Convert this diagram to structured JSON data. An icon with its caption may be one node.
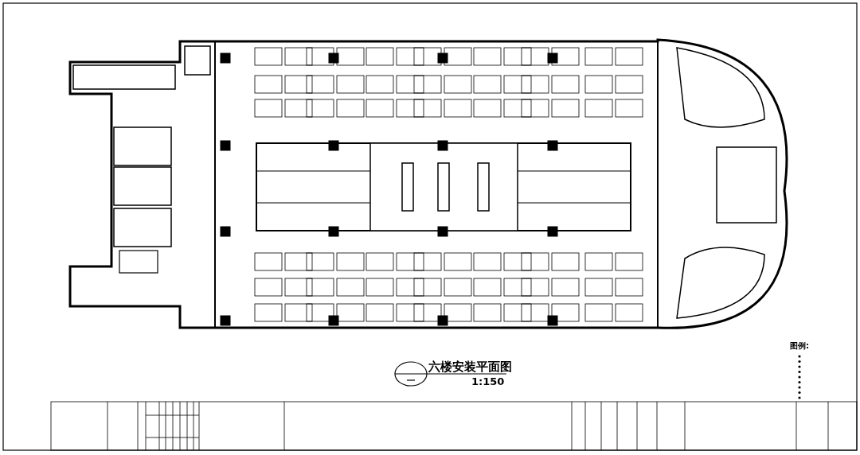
{
  "diagram": {
    "title": "六楼安装平面图",
    "labels": [
      "1:150",
      "图例:"
    ]
  }
}
